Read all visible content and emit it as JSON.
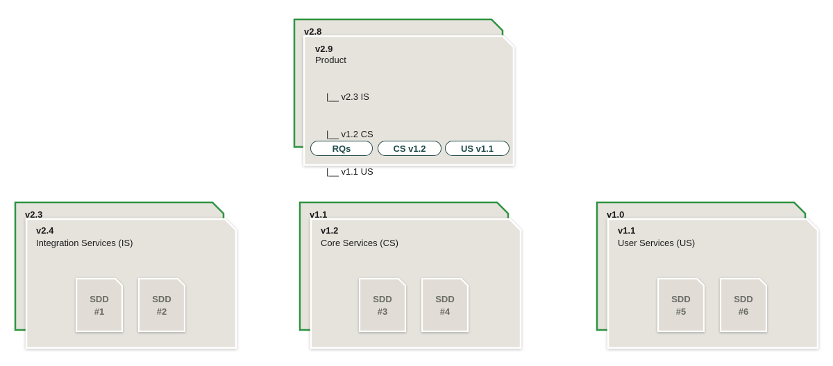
{
  "product": {
    "back_version": "v2.8",
    "front_version": "v2.9",
    "title": "Product",
    "tree": [
      "|__ v2.3 IS",
      "|__ v1.2 CS",
      "|__ v1.1 US"
    ],
    "buttons": [
      "RQs",
      "CS v1.2",
      "US v1.1"
    ]
  },
  "services": [
    {
      "back_version": "v2.3",
      "front_version": "v2.4",
      "title": "Integration Services (IS)",
      "docs": [
        {
          "l1": "SDD",
          "l2": "#1"
        },
        {
          "l1": "SDD",
          "l2": "#2"
        }
      ]
    },
    {
      "back_version": "v1.1",
      "front_version": "v1.2",
      "title": "Core Services (CS)",
      "docs": [
        {
          "l1": "SDD",
          "l2": "#3"
        },
        {
          "l1": "SDD",
          "l2": "#4"
        }
      ]
    },
    {
      "back_version": "v1.0",
      "front_version": "v1.1",
      "title": "User Services (US)",
      "docs": [
        {
          "l1": "SDD",
          "l2": "#5"
        },
        {
          "l1": "SDD",
          "l2": "#6"
        }
      ]
    }
  ],
  "colors": {
    "card_fill": "#e6e3dd",
    "back_border": "#2e9440",
    "front_border": "#ffffff",
    "doc_fill": "#e1ddd6",
    "pill_border": "#1f4b4b"
  }
}
